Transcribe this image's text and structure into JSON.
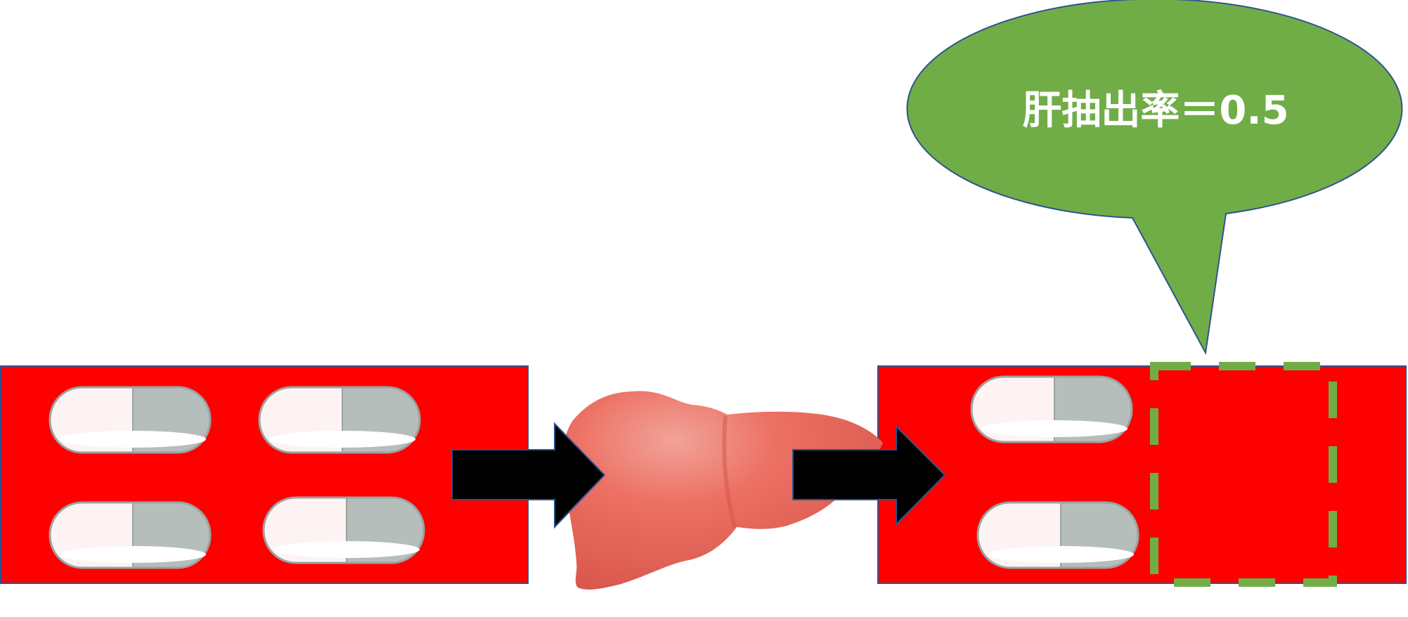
{
  "bubble": {
    "label": "肝抽出率＝0.5",
    "color": "#70ad47"
  },
  "colors": {
    "blood_vessel": "#ff0000",
    "outline": "#2f528f",
    "arrow": "#000000",
    "liver": "#ec7063",
    "capsule_light": "#fdf3f2",
    "capsule_dark": "#b6bebb",
    "extracted_region_border": "#70ad47"
  },
  "diagram": {
    "capsules_before_liver": 4,
    "capsules_after_liver": 2,
    "extraction_ratio": 0.5
  }
}
